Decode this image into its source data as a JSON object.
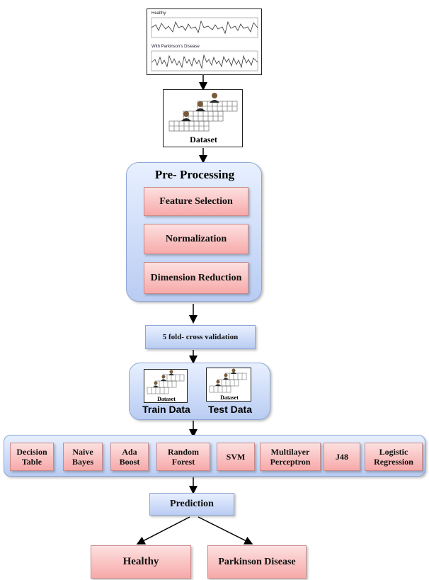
{
  "signal_panel": {
    "healthy_label": "Healthy",
    "parkinson_label": "With Parkinson's Disease"
  },
  "dataset": {
    "label": "Dataset"
  },
  "preprocessing": {
    "title": "Pre- Processing",
    "steps": [
      "Feature Selection",
      "Normalization",
      "Dimension Reduction"
    ]
  },
  "cross_validation": {
    "label": "5 fold- cross validation"
  },
  "split": {
    "train_label": "Train Data",
    "test_label": "Test Data",
    "mini_dataset_label": "Dataset"
  },
  "algorithms": [
    "Decision\nTable",
    "Naive\nBayes",
    "Ada\nBoost",
    "Random\nForest",
    "SVM",
    "Multilayer\nPerceptron",
    "J48",
    "Logistic\nRegression"
  ],
  "prediction": {
    "label": "Prediction"
  },
  "outcomes": {
    "healthy": "Healthy",
    "parkinson": "Parkinson Disease"
  },
  "colors": {
    "pink_box": "#f7a9a9",
    "blue_box": "#b9ccf2",
    "arrow": "#000000"
  }
}
